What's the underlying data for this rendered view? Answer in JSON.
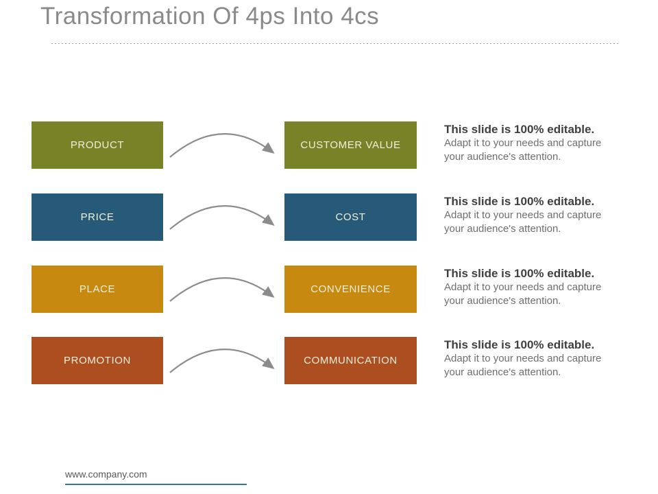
{
  "title": "Transformation Of 4ps Into 4cs",
  "colors": {
    "title_text": "#8a8a8a",
    "arrow": "#8c8c8c",
    "box_label_text": "#f2efdc",
    "note_heading_text": "#3f3f3f",
    "note_body_text": "#6e6e6e",
    "footer_line": "#2e75a8"
  },
  "rows": [
    {
      "from_label": "PRODUCT",
      "to_label": "CUSTOMER VALUE",
      "color": "#788327",
      "note_heading": "This slide is 100% editable.",
      "note_line1": "Adapt it to your needs and capture",
      "note_line2": "your audience's attention."
    },
    {
      "from_label": "PRICE",
      "to_label": "COST",
      "color": "#275a78",
      "note_heading": "This slide is 100% editable.",
      "note_line1": "Adapt it to your needs and capture",
      "note_line2": "your audience's attention."
    },
    {
      "from_label": "PLACE",
      "to_label": "CONVENIENCE",
      "color": "#c7890f",
      "note_heading": "This slide is 100% editable.",
      "note_line1": "Adapt it to your needs and capture",
      "note_line2": "your audience's attention."
    },
    {
      "from_label": "PROMOTION",
      "to_label": "COMMUNICATION",
      "color": "#ad4e20",
      "note_heading": "This slide is 100% editable.",
      "note_line1": "Adapt it to your needs and capture",
      "note_line2": "your audience's attention."
    }
  ],
  "footer": {
    "website": "www.company.com"
  }
}
